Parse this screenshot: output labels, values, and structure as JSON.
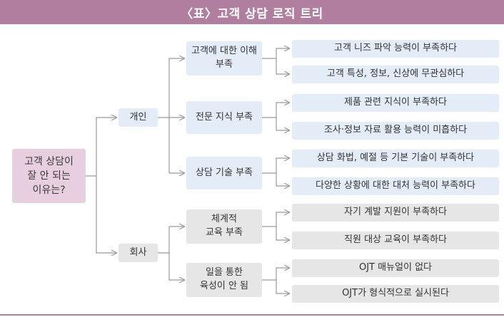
{
  "title": "〈표〉고객 상담 로직 트리",
  "root": "고객 상담이\n잘 안 되는\n이유는?",
  "branches": [
    {
      "label": "개인",
      "causes": [
        {
          "label": "고객에 대한 이해\n부족",
          "details": [
            "고객 니즈 파악 능력이 부족하다",
            "고객 특성, 정보, 신상에 무관심하다"
          ]
        },
        {
          "label": "전문 지식 부족",
          "details": [
            "제품 관련 지식이 부족하다",
            "조사·정보 자료 활용 능력이 미흡하다"
          ]
        },
        {
          "label": "상담 기술 부족",
          "details": [
            "상담 화법, 예절 등 기본 기술이 부족하다",
            "다양한 상황에 대한 대처 능력이 부족하다"
          ]
        }
      ]
    },
    {
      "label": "회사",
      "causes": [
        {
          "label": "체계적\n교육 부족",
          "details": [
            "자기 계발 지원이 부족하다",
            "직원 대상 교육이 부족하다"
          ]
        },
        {
          "label": "일을 통한\n육성이 안 됨",
          "details": [
            "OJT 매뉴얼이 없다",
            "OJT가 형식적으로 실시된다"
          ]
        }
      ]
    }
  ],
  "colors": {
    "header": "#b07fa0",
    "root": "#e7cfe0",
    "personal": "#e4ecf7",
    "company": "#e6e6e6",
    "connector": "#9a9a9a"
  }
}
